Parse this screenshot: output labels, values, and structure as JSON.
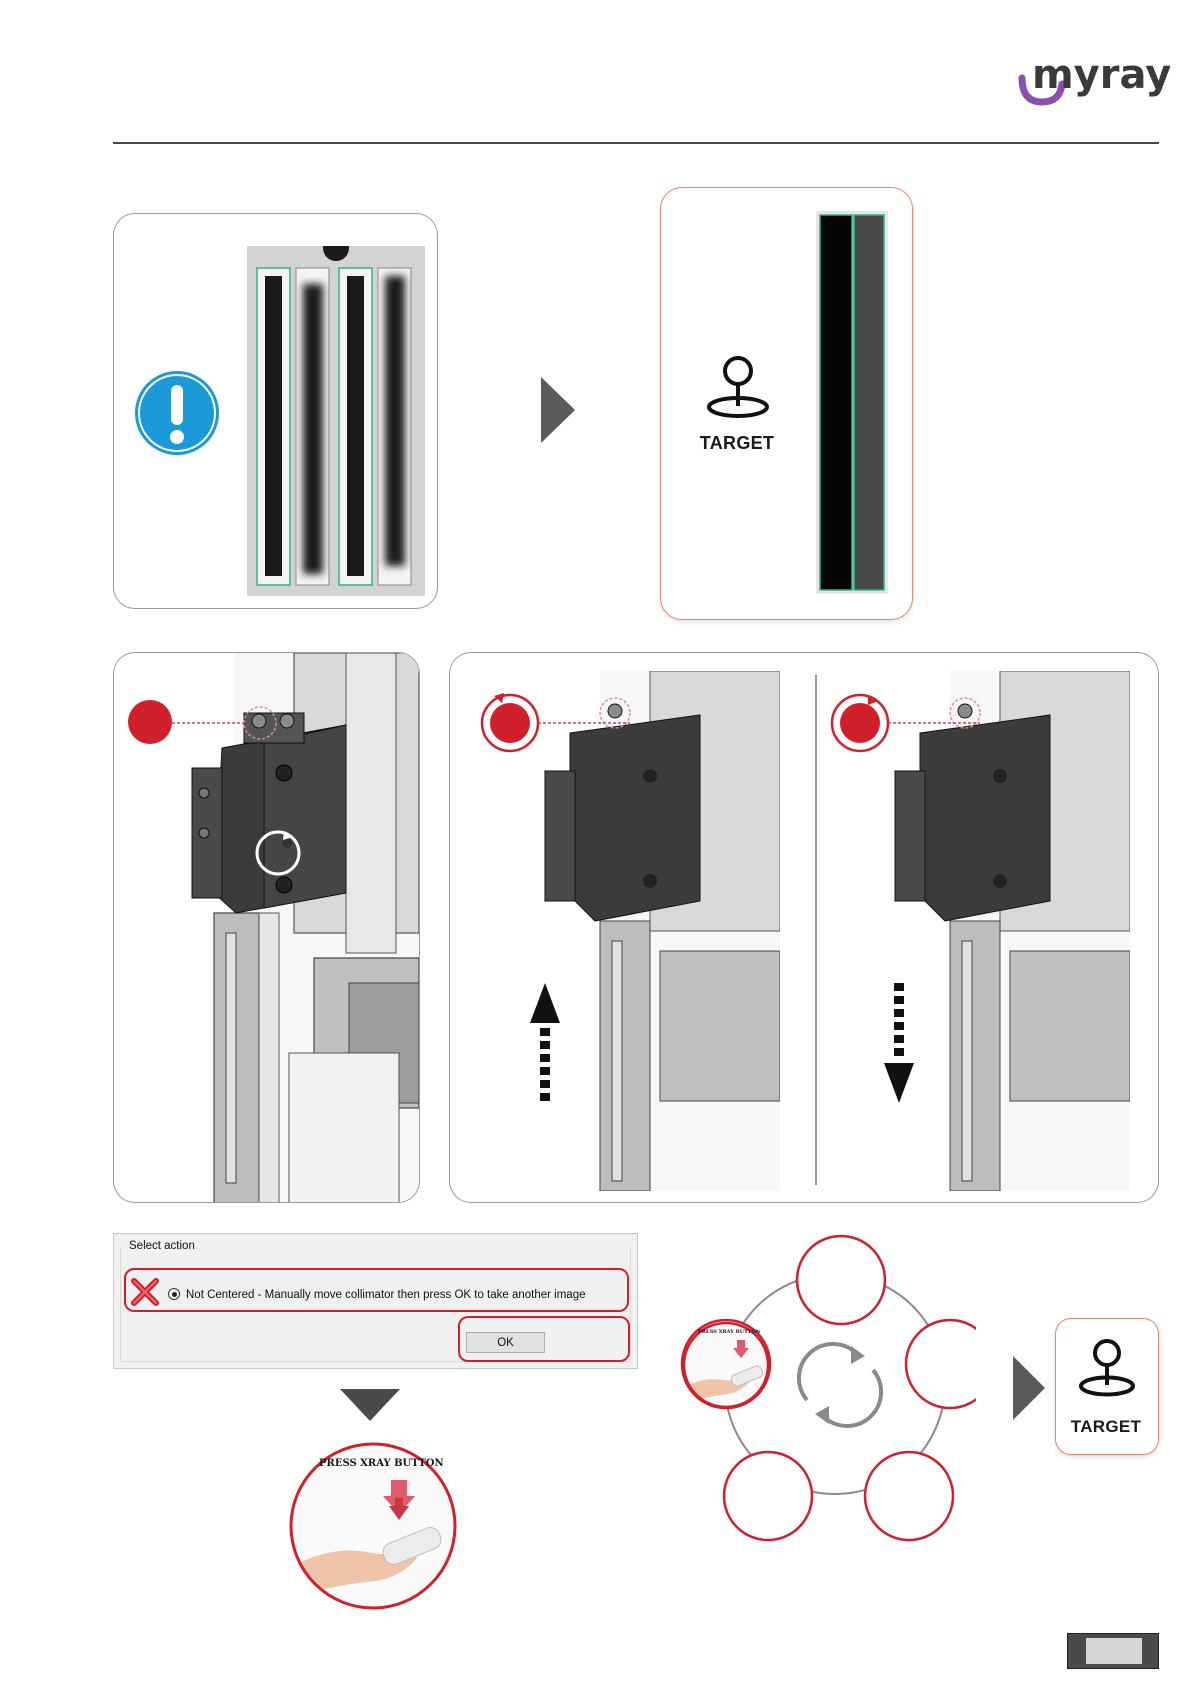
{
  "brand": {
    "name": "myray",
    "color": "#6b2d87",
    "accent": "#8a4fb0"
  },
  "step1": {
    "warning_icon": "exclamation-circle-icon",
    "status": "not-centered",
    "arrow_icon": "arrow-right-icon"
  },
  "target_card": {
    "label": "TARGET",
    "icon": "location-pin-icon"
  },
  "mechanical": {
    "step_adjust": {
      "icon": "rotate-screw-icon"
    },
    "step_up": {
      "icon": "arrow-up-icon",
      "rotation": "counter-clockwise"
    },
    "step_down": {
      "icon": "arrow-down-icon",
      "rotation": "clockwise"
    }
  },
  "dialog": {
    "title": "Select action",
    "option_text": "Not Centered - Manually move collimator then press OK to take another image",
    "ok_label": "OK",
    "error_icon": "red-x-icon"
  },
  "press": {
    "label": "PRESS XRAY BUTTON",
    "small_label": "PRESS XRAY BUTTON"
  },
  "cycle": {
    "icon": "cycle-arrows-icon",
    "target_label": "TARGET"
  },
  "colors": {
    "red": "#d0202c",
    "panel_border": "#9a9a9a",
    "target_border": "#e9866f",
    "blue": "#1a9ad6"
  }
}
